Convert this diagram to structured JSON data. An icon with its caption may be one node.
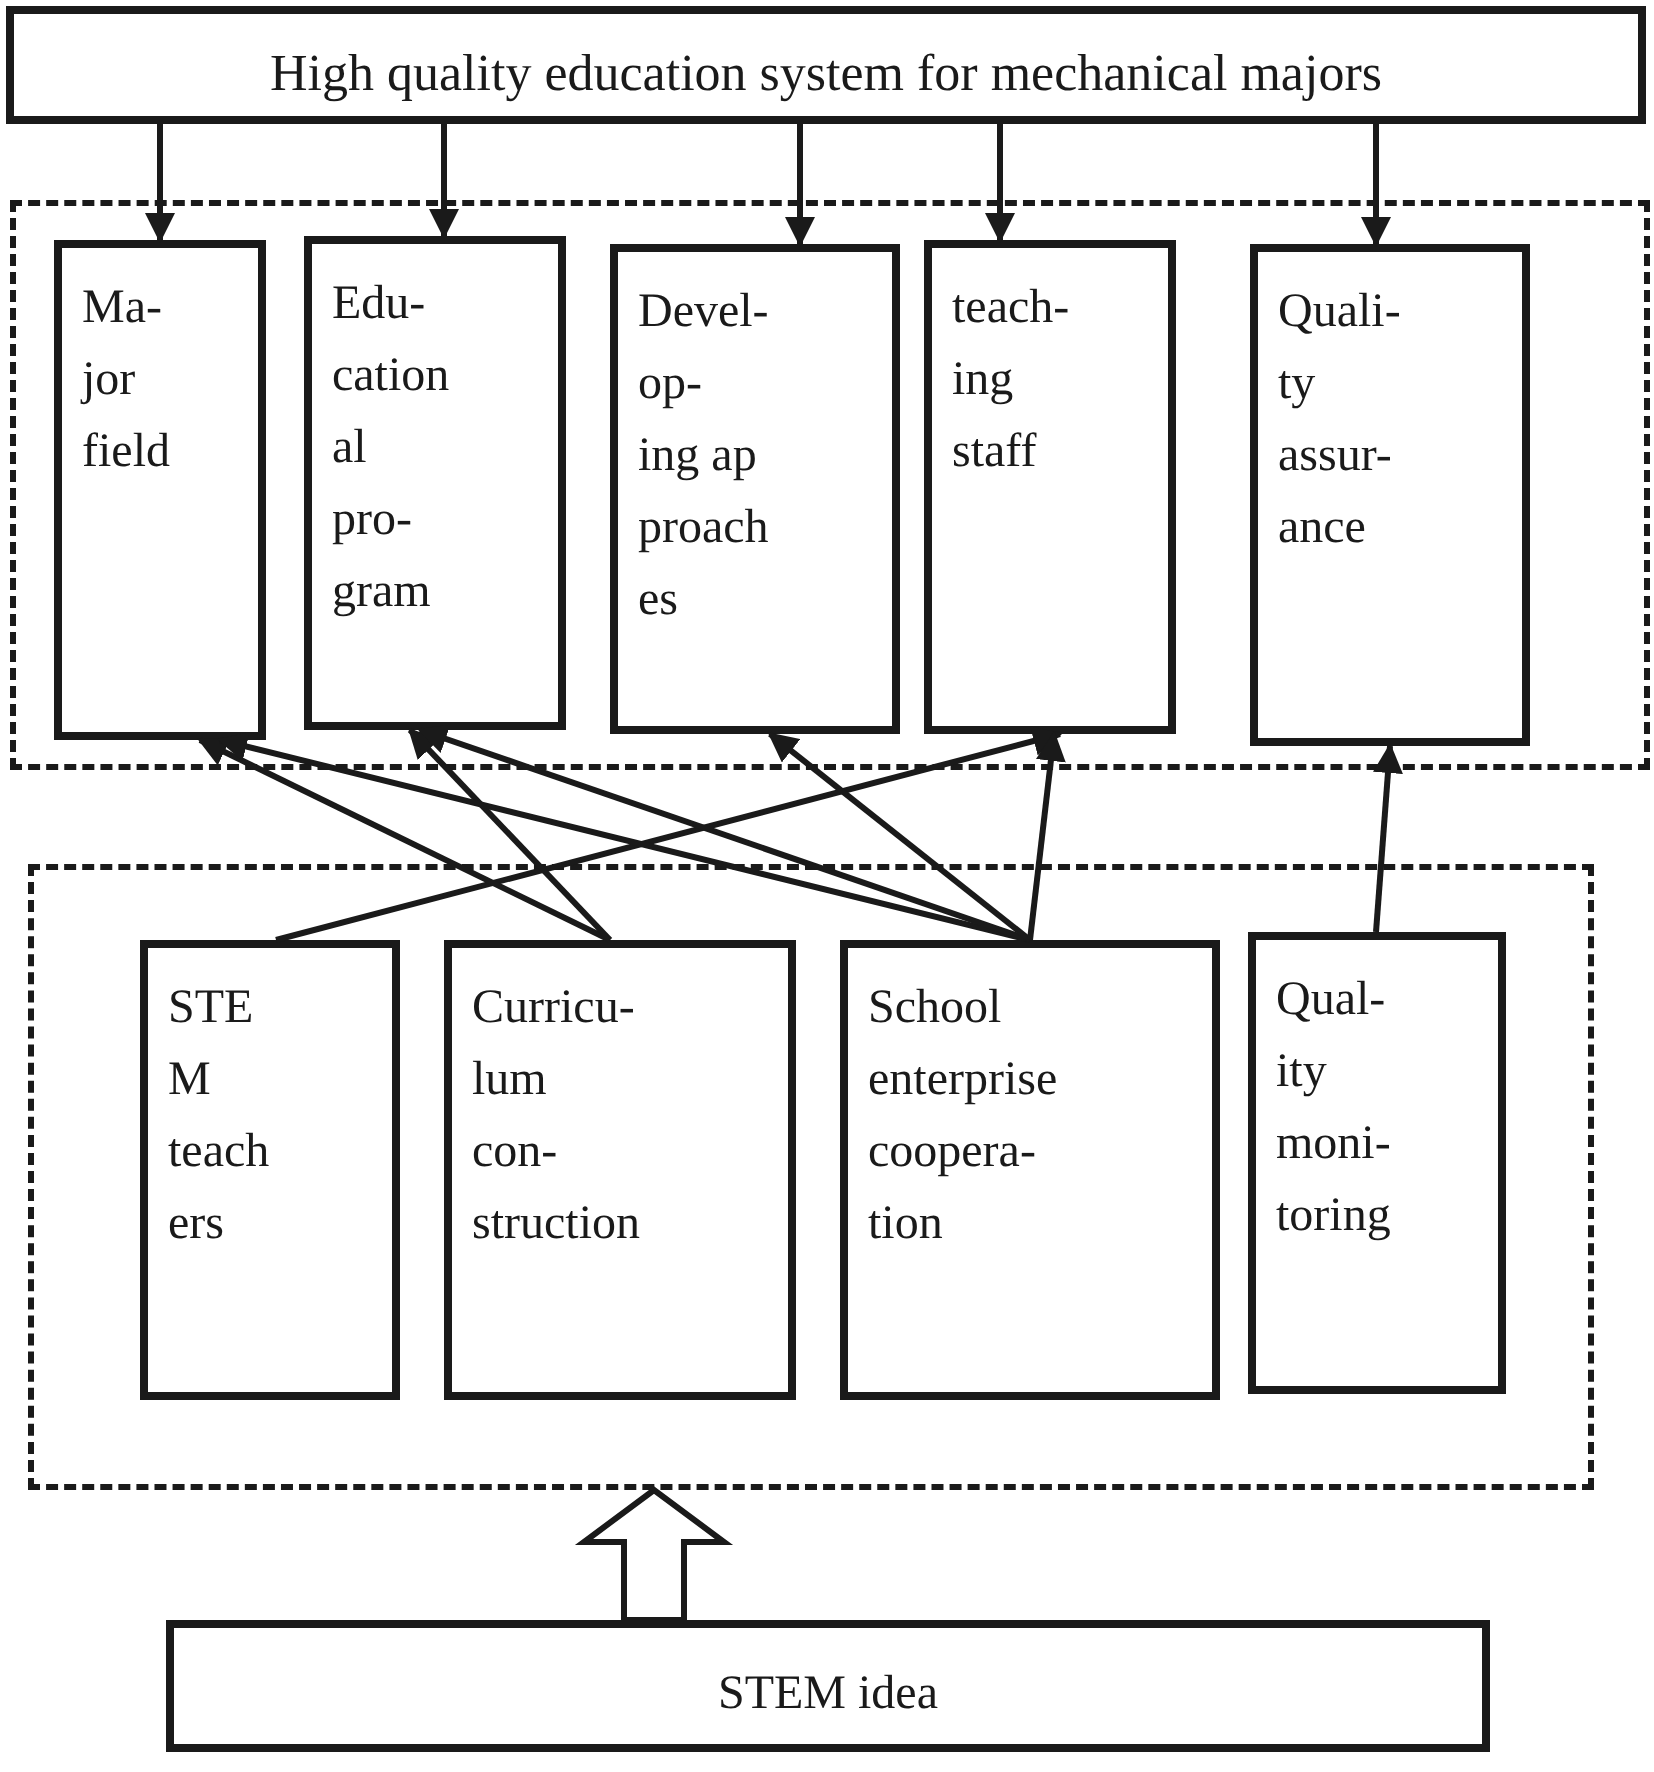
{
  "diagram": {
    "nodes": [
      {
        "text": [
          "High quality education system for mechanical majors"
        ]
      },
      {
        "text": [],
        "shape": "box"
      },
      {
        "text": [
          "Ma- jor field"
        ],
        "in": 1
      },
      {
        "text": [
          "Edu- cation al pro- gram"
        ],
        "in": 1
      },
      {
        "text": [
          "Devel- op- ing ap proach es"
        ],
        "in": 1
      },
      {
        "text": [
          "teach- ing staff"
        ],
        "in": 1
      },
      {
        "text": [
          "Quali- ty assur- ance"
        ],
        "in": 1
      },
      {
        "text": [],
        "shape": "box"
      },
      {
        "text": [
          "STE M teach ers"
        ],
        "in": 7
      },
      {
        "text": [
          "Curricu- lum con- struction"
        ],
        "in": 7
      },
      {
        "text": [
          "School enterprise coopera- tion"
        ],
        "in": 7
      },
      {
        "text": [
          "Qual- ity moni- toring"
        ],
        "in": 7
      },
      {
        "text": [
          "STEM idea"
        ]
      }
    ],
    "edges": [
      {
        "from": 0,
        "to": 2,
        "arrow": "to"
      },
      {
        "from": 0,
        "to": 3,
        "arrow": "to"
      },
      {
        "from": 0,
        "to": 4,
        "arrow": "to"
      },
      {
        "from": 0,
        "to": 5,
        "arrow": "to"
      },
      {
        "from": 0,
        "to": 6,
        "arrow": "to"
      },
      {
        "from": 8,
        "to": 5,
        "arrow": "to"
      },
      {
        "from": 9,
        "to": 2,
        "arrow": "to"
      },
      {
        "from": 9,
        "to": 3,
        "arrow": "to"
      },
      {
        "from": 10,
        "to": 2,
        "arrow": "to"
      },
      {
        "from": 10,
        "to": 3,
        "arrow": "to"
      },
      {
        "from": 10,
        "to": 4,
        "arrow": "to"
      },
      {
        "from": 10,
        "to": 5,
        "arrow": "to"
      },
      {
        "from": 11,
        "to": 6,
        "arrow": "to"
      },
      {
        "from": 12,
        "to": 7,
        "arrow": "to",
        "style": "thick"
      }
    ]
  }
}
